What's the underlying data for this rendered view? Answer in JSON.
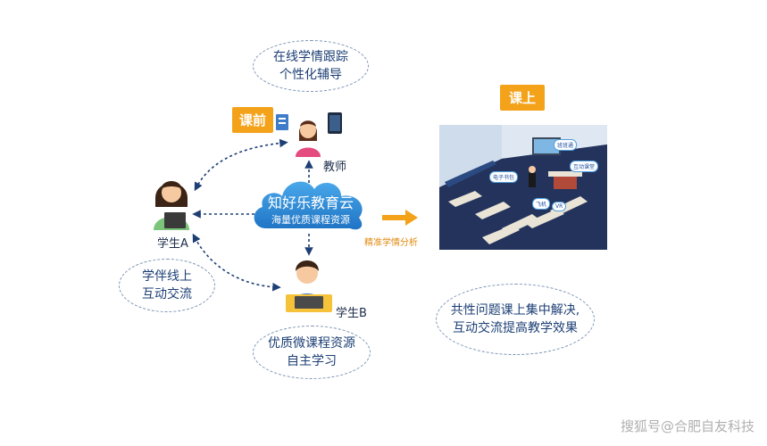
{
  "top_bubble": {
    "line1": "在线学情跟踪",
    "line2": "个性化辅导"
  },
  "pre_class_tag": "课前",
  "in_class_tag": "课上",
  "teacher_label": "教师",
  "student_a_label": "学生A",
  "student_b_label": "学生B",
  "cloud": {
    "title": "知好乐教育云",
    "subtitle": "海量优质课程资源"
  },
  "arrow_label": "精准学情分析",
  "left_bubble": {
    "line1": "学伴线上",
    "line2": "互动交流"
  },
  "bottom_bubble": {
    "line1": "优质微课程资源",
    "line2": "自主学习"
  },
  "right_bubble": {
    "line1": "共性问题课上集中解决,",
    "line2": "互动交流提高教学效果"
  },
  "classroom_labels": [
    "班班通",
    "互动课堂",
    "电子书包",
    "飞机",
    "VR"
  ],
  "watermark": "搜狐号@合肥自友科技",
  "colors": {
    "orange": "#f3a219",
    "cloud_blue": "#2f8fd8",
    "dark_blue": "#1d3f75"
  }
}
